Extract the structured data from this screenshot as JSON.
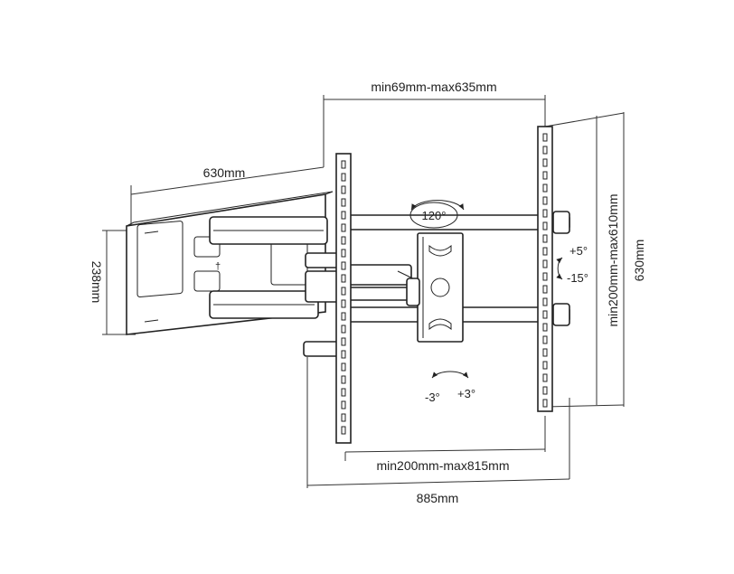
{
  "dimensions": {
    "top_width": "min69mm-max635mm",
    "arm_length": "630mm",
    "wall_plate_height": "238mm",
    "vertical_range": "min200mm-max610mm",
    "overall_height": "630mm",
    "horizontal_range": "min200mm-max815mm",
    "overall_width": "885mm"
  },
  "angles": {
    "swivel": "120°",
    "tilt_up": "+5°",
    "tilt_down": "-15°",
    "level_left": "-3°",
    "level_right": "+3°"
  },
  "colors": {
    "line": "#222222",
    "background": "#ffffff"
  }
}
